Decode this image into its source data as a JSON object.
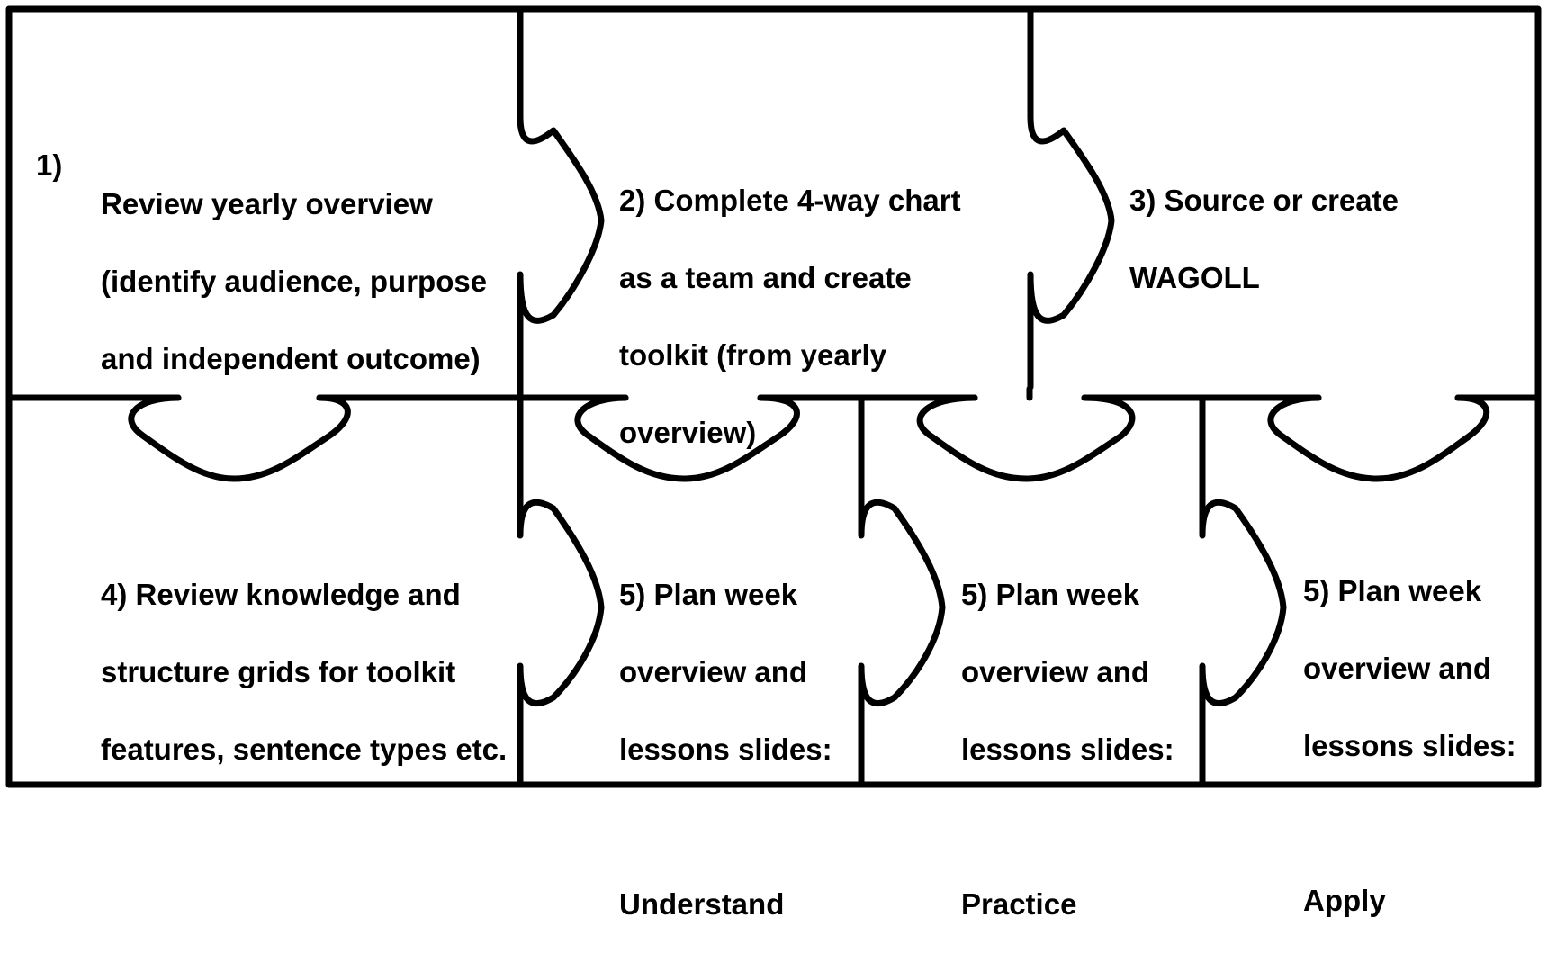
{
  "pieces": [
    {
      "number": "1)",
      "lines": [
        "Review yearly overview",
        "(identify audience,  purpose",
        "and independent outcome)"
      ]
    },
    {
      "lines": [
        "2)  Complete 4-way chart",
        "as a team and create",
        "toolkit (from yearly",
        "overview)"
      ]
    },
    {
      "lines": [
        "3) Source or create",
        "WAGOLL"
      ]
    },
    {
      "lines": [
        "4) Review knowledge and",
        "structure grids for toolkit",
        "features, sentence types etc."
      ]
    },
    {
      "lines": [
        "5) Plan week",
        "overview and",
        "lessons slides:",
        "",
        "Understand"
      ]
    },
    {
      "lines": [
        "5) Plan week",
        "overview and",
        "lessons slides:",
        "",
        "Practice"
      ]
    },
    {
      "lines": [
        "5) Plan week",
        "overview and",
        "lessons slides:",
        "",
        "Apply"
      ]
    }
  ]
}
